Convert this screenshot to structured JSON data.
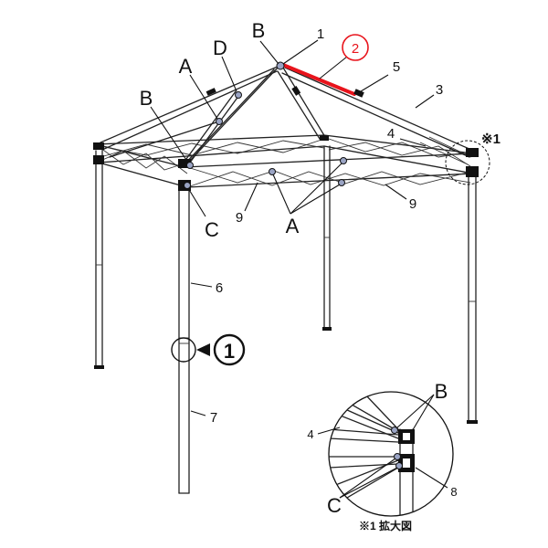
{
  "labels": {
    "A_top": "A",
    "D": "D",
    "B_top": "B",
    "n1": "1",
    "n2": "2",
    "n5": "5",
    "n3": "3",
    "B_left": "B",
    "n4": "4",
    "ref1": "※1",
    "C": "C",
    "n9_left": "9",
    "A_bottom": "A",
    "n9_right": "9",
    "n6": "6",
    "step1": "1",
    "n7": "7",
    "inset_B": "B",
    "inset_4": "4",
    "inset_8": "8",
    "inset_C": "C",
    "caption": "※1 拡大図"
  },
  "colors": {
    "highlight": "#e8141c",
    "joint": "#9aa4c4",
    "line": "#222222"
  }
}
